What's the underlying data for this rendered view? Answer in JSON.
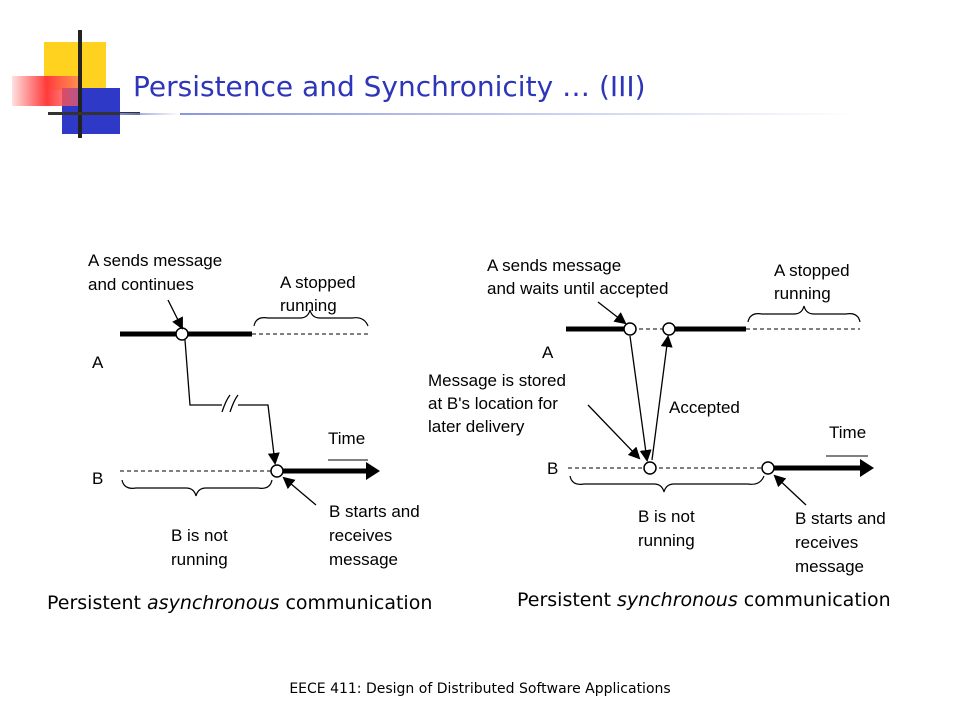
{
  "slide": {
    "title": "Persistence and Synchronicity … (III)",
    "footer": "EECE 411: Design of Distributed Software Applications"
  },
  "left": {
    "caption": {
      "pre": "Persistent ",
      "em": "asynchronous",
      "post": " communication"
    },
    "a_sends": [
      "A sends message",
      "and continues"
    ],
    "a_stopped": [
      "A stopped",
      "running"
    ],
    "label_a": "A",
    "label_b": "B",
    "time": "Time",
    "b_starts": [
      "B starts and",
      "receives",
      "message"
    ],
    "b_not": [
      "B is not",
      "running"
    ]
  },
  "right": {
    "caption": {
      "pre": "Persistent ",
      "em": "synchronous",
      "post": " communication"
    },
    "a_sends": [
      "A sends message",
      "and waits until accepted"
    ],
    "a_stopped": [
      "A stopped",
      "running"
    ],
    "label_a": "A",
    "label_b": "B",
    "stored": [
      "Message is stored",
      "at B's location for",
      "later delivery"
    ],
    "accepted": "Accepted",
    "time": "Time",
    "b_not": [
      "B is not",
      "running"
    ],
    "b_starts": [
      "B starts and",
      "receives",
      "message"
    ]
  }
}
